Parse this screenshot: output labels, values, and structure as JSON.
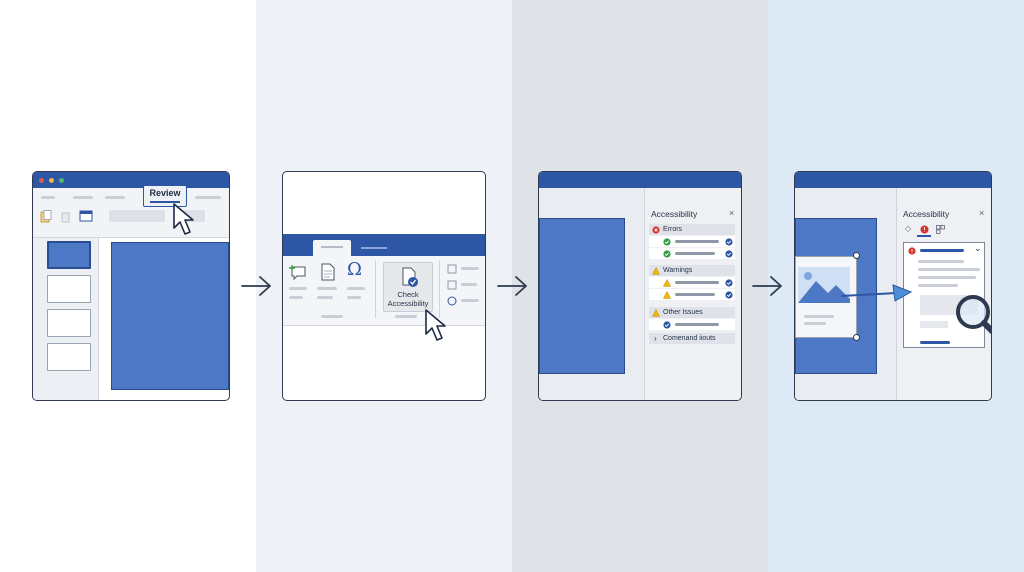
{
  "steps": [
    {
      "id": "open-review",
      "tab_label": "Review"
    },
    {
      "id": "check-accessibility",
      "button_label": "Check Accessibility"
    },
    {
      "id": "results-pane",
      "pane_title": "Accessibility",
      "close_glyph": "×",
      "sections": [
        {
          "label": "Errors",
          "icon": "error-icon"
        },
        {
          "label": "Warnings",
          "icon": "warning-icon"
        },
        {
          "label": "Other Issues",
          "icon": "warning-icon"
        },
        {
          "label": "Comenand iiouts",
          "icon": "chevron-right-icon"
        }
      ]
    },
    {
      "id": "fix-issue",
      "pane_title": "Accessibility",
      "close_glyph": "×"
    }
  ],
  "colors": {
    "brand_blue": "#2d56a4",
    "slide_blue": "#4d78c6",
    "error_red": "#d6342b",
    "warning_yellow": "#f2b705",
    "success_green": "#2f9e44",
    "outline": "#2f3a50"
  },
  "icons": [
    "arrow-right-icon",
    "cursor-icon",
    "error-icon",
    "warning-icon",
    "check-circle-icon",
    "magnifier-icon",
    "image-icon",
    "omega-icon",
    "new-comment-icon",
    "document-icon"
  ]
}
